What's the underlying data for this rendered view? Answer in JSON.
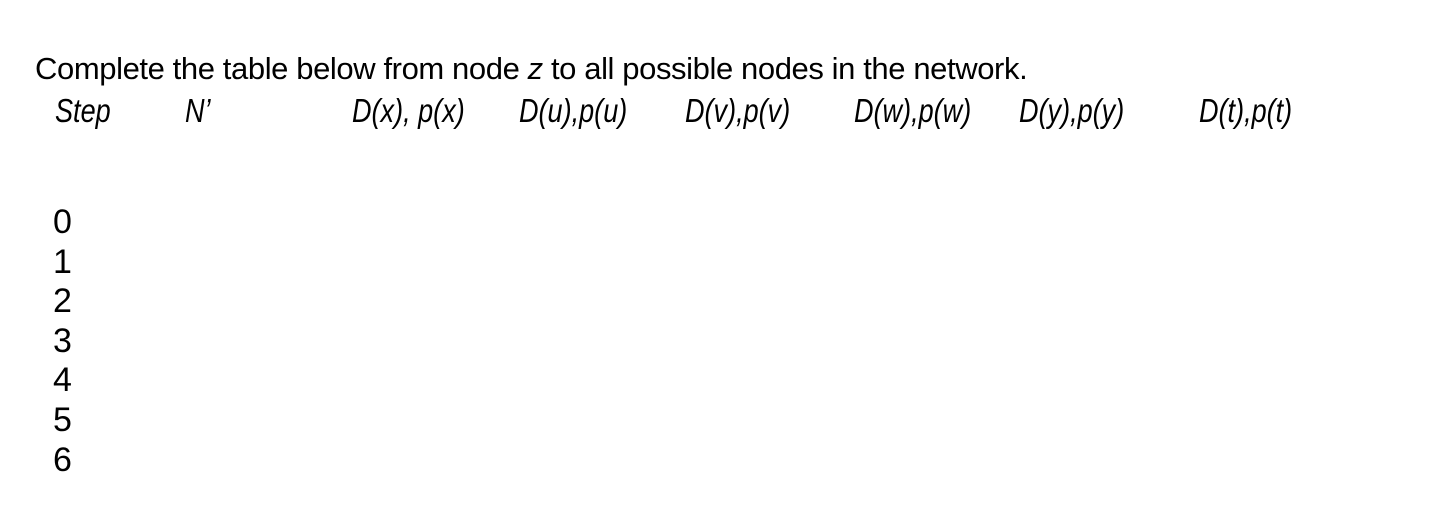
{
  "colors": {
    "background": "#ffffff",
    "text": "#000000"
  },
  "instruction": {
    "prefix": "Complete the table below from node ",
    "node_name": "z",
    "suffix": " to all possible nodes in the network."
  },
  "table": {
    "headers": [
      "Step",
      "N’",
      "D(x), p(x)",
      "D(u),p(u)",
      "D(v),p(v)",
      "D(w),p(w)",
      "D(y),p(y)",
      "D(t),p(t)"
    ],
    "step_labels": [
      "0",
      "1",
      "2",
      "3",
      "4",
      "5",
      "6"
    ]
  }
}
